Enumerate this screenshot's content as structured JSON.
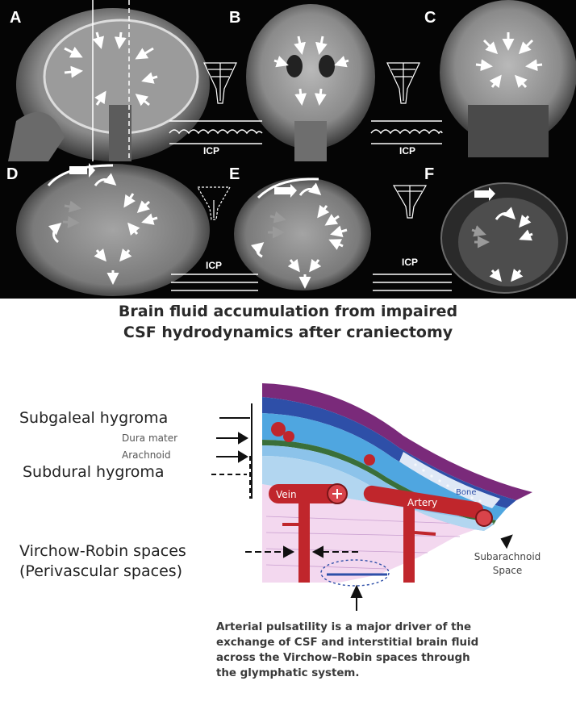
{
  "mri": {
    "panels": [
      "A",
      "B",
      "C",
      "D",
      "E",
      "F"
    ],
    "icp_label": "ICP"
  },
  "caption": {
    "line1": "Brain fluid accumulation from impaired",
    "line2": "CSF hydrodynamics after craniectomy"
  },
  "diagram": {
    "subgaleal": "Subgaleal hygroma",
    "dura": "Dura mater",
    "arachnoid": "Arachnoid",
    "subdural": "Subdural hygroma",
    "vr_line1": "Virchow-Robin spaces",
    "vr_line2": "(Perivascular spaces)",
    "subarachnoid_line1": "Subarachnoid",
    "subarachnoid_line2": "Space",
    "vein": "Vein",
    "artery": "Artery",
    "bone": "Bone"
  },
  "pulsatility": {
    "line1": "Arterial pulsatility is a major driver of the",
    "line2": "exchange of CSF and interstitial brain fluid",
    "line3": "across the Virchow–Robin spaces through",
    "line4": "the glymphatic system."
  },
  "colors": {
    "background": "#ffffff",
    "mri_background": "#050505",
    "scalp": "#7a2a7a",
    "bone_layer": "#2e4fa8",
    "csf_blue": "#4fa6e0",
    "vessel_red": "#c0262c",
    "brain_tissue": "#f3d8ef",
    "dura_green": "#3a6f3a"
  }
}
